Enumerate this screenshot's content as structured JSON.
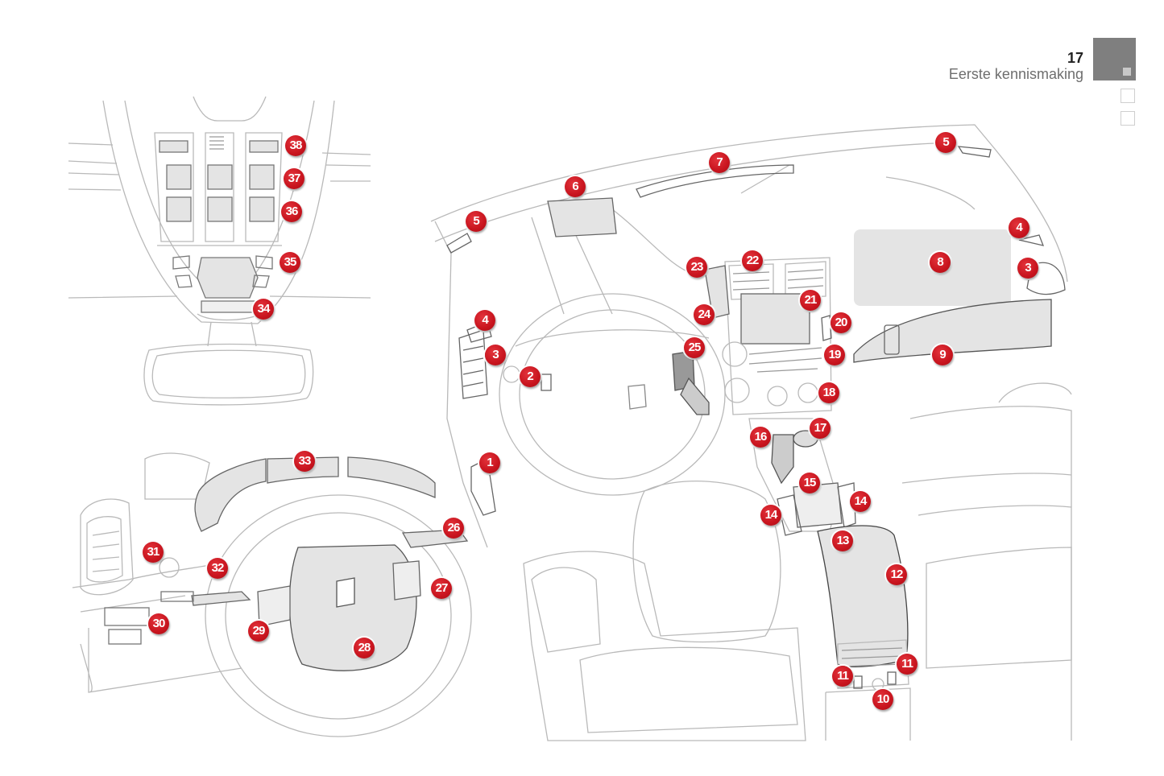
{
  "header": {
    "page_number": "17",
    "section_title": "Eerste kennismaking"
  },
  "colors": {
    "callout_red": "#c8141e",
    "tab_gray": "#7f7f7f",
    "line_gray": "#b9b9b9",
    "fill_gray": "#e4e4e4"
  },
  "diagram": {
    "subject": "Car interior dashboard overview with numbered components",
    "callouts": [
      "1",
      "2",
      "3",
      "3",
      "4",
      "4",
      "5",
      "5",
      "6",
      "7",
      "8",
      "9",
      "10",
      "11",
      "11",
      "12",
      "13",
      "14",
      "14",
      "15",
      "16",
      "17",
      "18",
      "19",
      "20",
      "21",
      "22",
      "23",
      "24",
      "25",
      "26",
      "27",
      "28",
      "29",
      "30",
      "31",
      "32",
      "33",
      "34",
      "35",
      "36",
      "37",
      "38"
    ]
  }
}
